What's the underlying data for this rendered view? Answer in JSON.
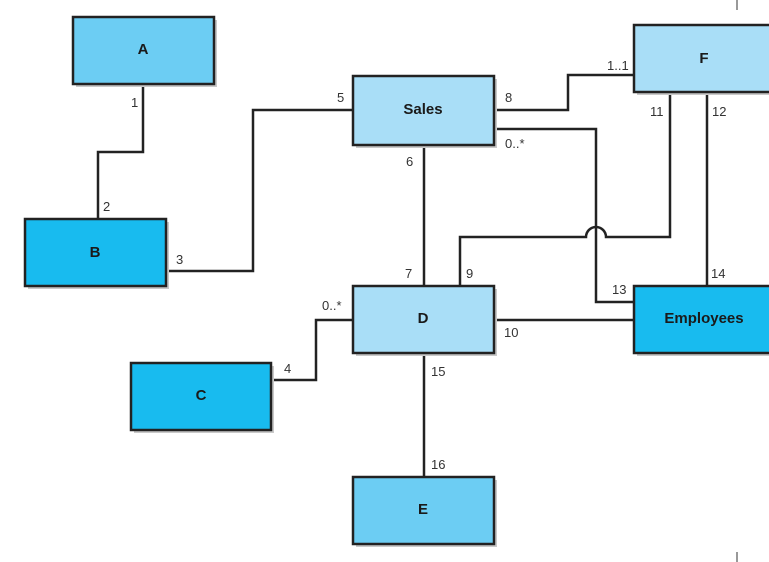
{
  "colors": {
    "light_blue": "#a9def7",
    "medium_blue": "#6ccdf3",
    "bright_blue": "#18bbef",
    "line": "#222222"
  },
  "entities": {
    "a": {
      "label": "A",
      "color": "#6ccdf3"
    },
    "b": {
      "label": "B",
      "color": "#18bbef"
    },
    "c": {
      "label": "C",
      "color": "#18bbef"
    },
    "d": {
      "label": "D",
      "color": "#a9def7"
    },
    "e": {
      "label": "E",
      "color": "#6ccdf3"
    },
    "f": {
      "label": "F",
      "color": "#a9def7"
    },
    "sales": {
      "label": "Sales",
      "color": "#a9def7"
    },
    "employees": {
      "label": "Employees",
      "color": "#18bbef"
    }
  },
  "connector_labels": {
    "n1": "1",
    "n2": "2",
    "n3": "3",
    "n4": "4",
    "n5": "5",
    "n6": "6",
    "n7": "7",
    "n8": "8",
    "n9": "9",
    "n10": "10",
    "n11": "11",
    "n12": "12",
    "n13": "13",
    "n14": "14",
    "n15": "15",
    "n16": "16",
    "c_d": "0..*",
    "sales_emp": "0..*",
    "sales_f": "1..1"
  }
}
